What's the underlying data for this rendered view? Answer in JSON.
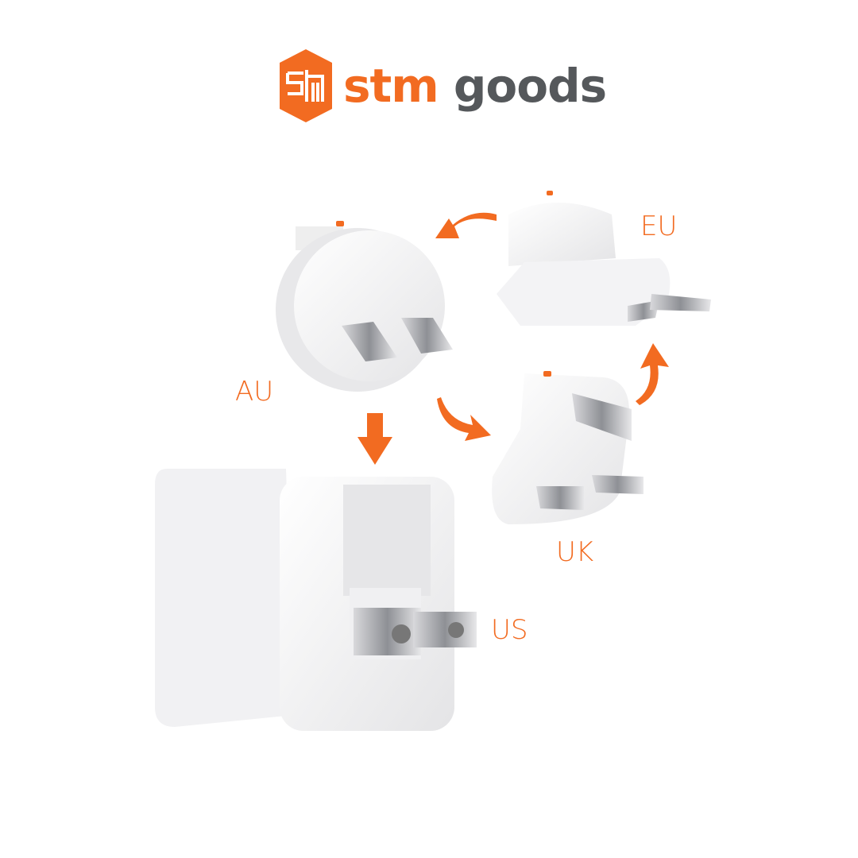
{
  "brand": {
    "name_part1": "stm",
    "name_part2": "goods",
    "accent": "#f26b21",
    "gray": "#55585b"
  },
  "labels": {
    "eu": "EU",
    "au": "AU",
    "uk": "UK",
    "us": "US"
  }
}
